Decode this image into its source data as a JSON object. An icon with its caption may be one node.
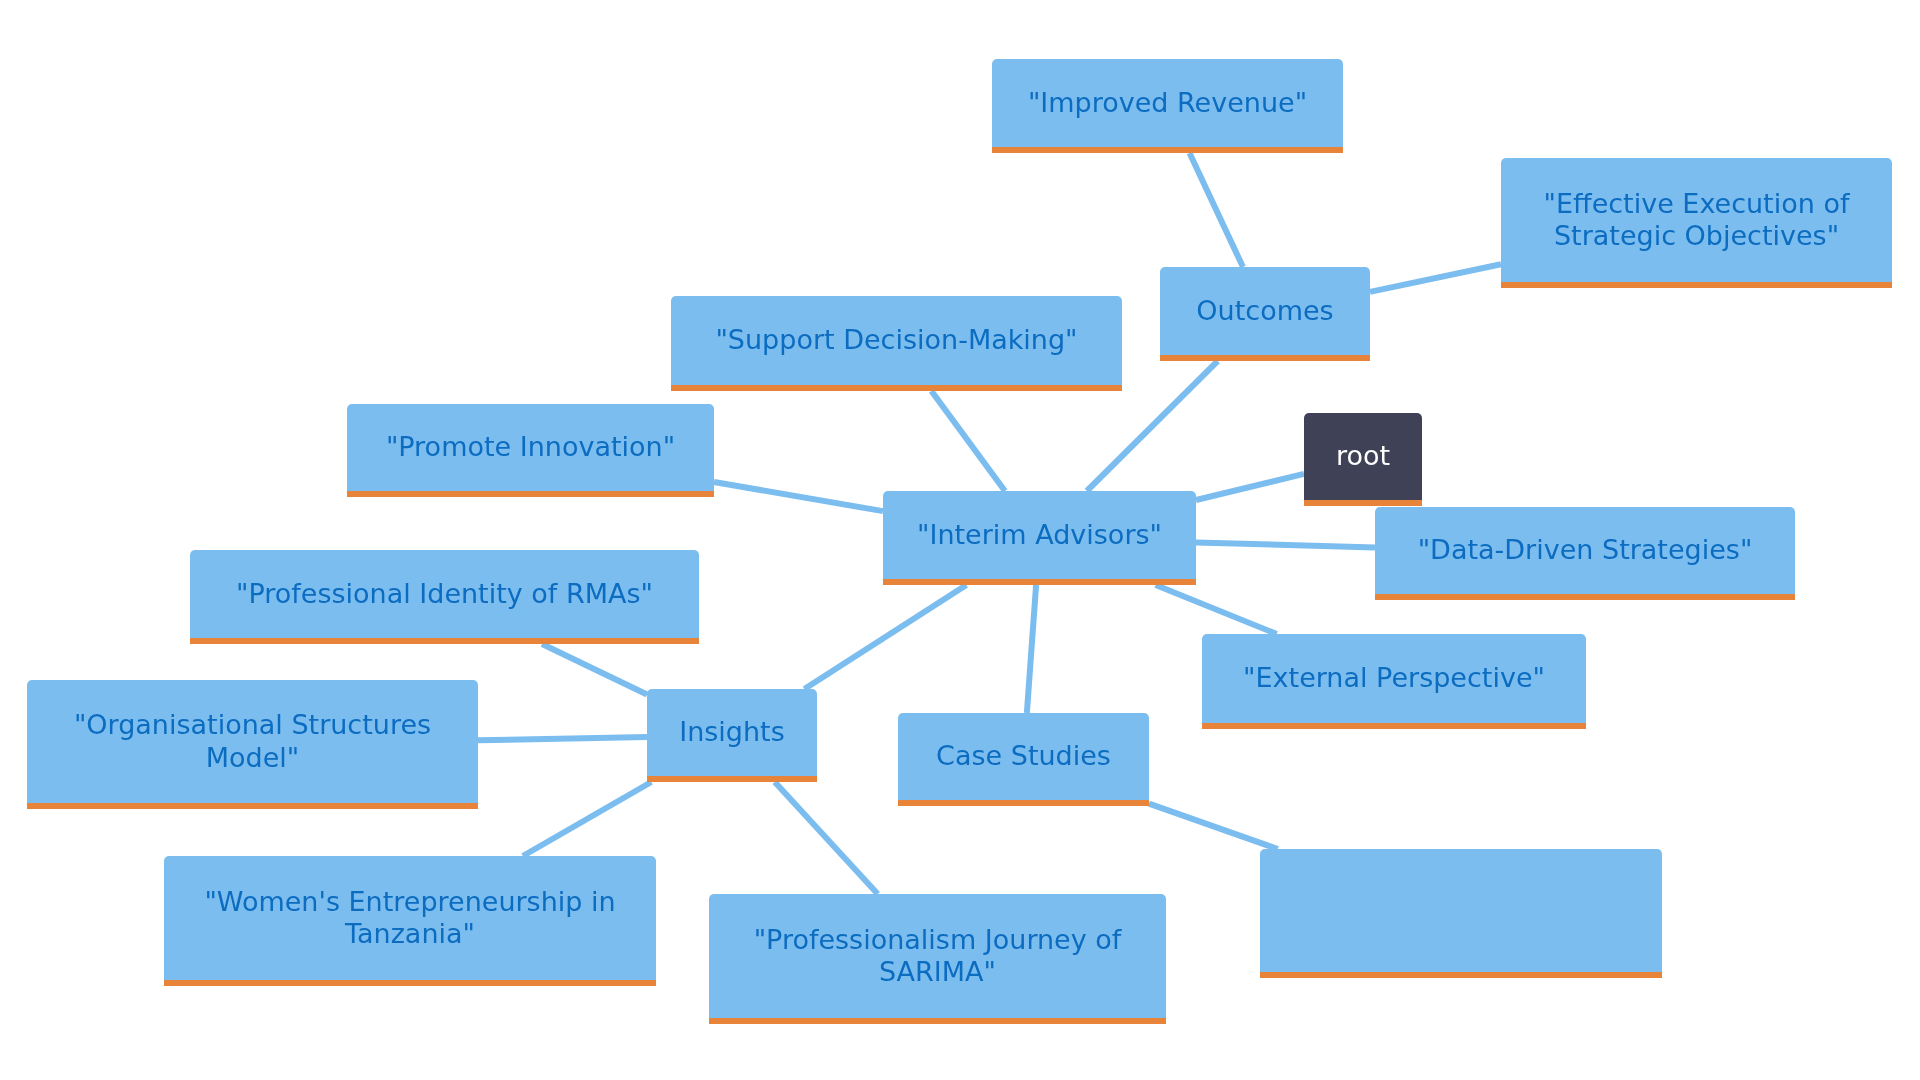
{
  "diagram": {
    "nodes": [
      {
        "text": [
          "root"
        ]
      },
      {
        "text": [
          "\"Interim Advisors\""
        ]
      },
      {
        "text": [
          "Outcomes"
        ]
      },
      {
        "text": [
          "\"Improved Revenue\""
        ]
      },
      {
        "text": [
          "\"Effective Execution of Strategic Objectives\""
        ]
      },
      {
        "text": [
          "\"Support Decision-Making\""
        ]
      },
      {
        "text": [
          "\"Promote Innovation\""
        ]
      },
      {
        "text": [
          "\"Data-Driven Strategies\""
        ]
      },
      {
        "text": [
          "\"External Perspective\""
        ]
      },
      {
        "text": [
          "Insights"
        ]
      },
      {
        "text": [
          "\"Professional Identity of RMAs\""
        ]
      },
      {
        "text": [
          "\"Organisational Structures Model\""
        ]
      },
      {
        "text": [
          "\"Women's Entrepreneurship in Tanzania\""
        ]
      },
      {
        "text": [
          "\"Professionalism Journey of SARIMA\""
        ]
      },
      {
        "text": [
          "Case Studies"
        ]
      },
      {
        "text": [],
        "shape": "box"
      }
    ],
    "edges": [
      {
        "from": 0,
        "to": 1,
        "arrow": "none"
      },
      {
        "from": 1,
        "to": 2,
        "arrow": "none"
      },
      {
        "from": 2,
        "to": 3,
        "arrow": "none"
      },
      {
        "from": 2,
        "to": 4,
        "arrow": "none"
      },
      {
        "from": 1,
        "to": 5,
        "arrow": "none"
      },
      {
        "from": 1,
        "to": 6,
        "arrow": "none"
      },
      {
        "from": 1,
        "to": 7,
        "arrow": "none"
      },
      {
        "from": 1,
        "to": 8,
        "arrow": "none"
      },
      {
        "from": 1,
        "to": 9,
        "arrow": "none"
      },
      {
        "from": 9,
        "to": 10,
        "arrow": "none"
      },
      {
        "from": 9,
        "to": 11,
        "arrow": "none"
      },
      {
        "from": 9,
        "to": 12,
        "arrow": "none"
      },
      {
        "from": 9,
        "to": 13,
        "arrow": "none"
      },
      {
        "from": 1,
        "to": 14,
        "arrow": "none"
      },
      {
        "from": 14,
        "to": 15,
        "arrow": "none"
      }
    ]
  }
}
